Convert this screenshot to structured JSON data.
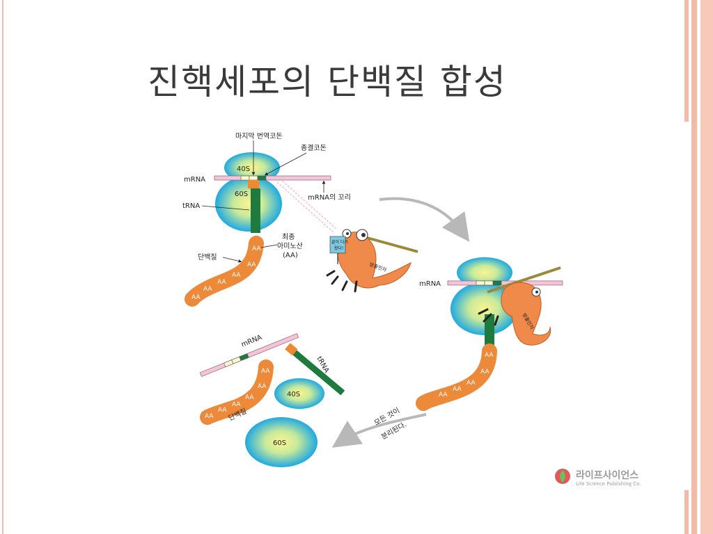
{
  "slide": {
    "title": "진핵세포의 단백질 합성"
  },
  "colors": {
    "frame_pink": "#f6b9a5",
    "ribosome_blue": "#2fb3e4",
    "ribosome_yellow": "#f8ef8a",
    "trna_green": "#1f7a3e",
    "protein_orange": "#ec8a3a",
    "mrna_pink": "#f2c6d8",
    "arrow_grey": "#b8b8b8"
  },
  "diagram": {
    "panel1": {
      "label_last_codon": "마지막 번역코돈",
      "label_stop_codon": "종결코돈",
      "label_40s": "40S",
      "label_60s": "60S",
      "label_mrna": "mRNA",
      "label_trna": "tRNA",
      "label_mrna_tail": "mRNA의 꼬리",
      "label_final_aa_1": "최종",
      "label_final_aa_2": "아미노산",
      "label_final_aa_3": "(AA)",
      "label_protein": "단백질",
      "aa_unit": "AA"
    },
    "release_factor": {
      "sign_line1": "끝이 다가",
      "sign_line2": "왔다!",
      "body_text": "방출인자"
    },
    "panel2": {
      "label_mrna": "mRNA",
      "body_text": "방출인자"
    },
    "panel3": {
      "label_mrna": "mRNA",
      "label_trna": "tRNA",
      "label_40s": "40S",
      "label_60s": "60S",
      "label_protein": "단백질"
    },
    "arrow_text_1": "모든 것이",
    "arrow_text_2": "분리된다."
  },
  "logo": {
    "name": "라이프사이언스",
    "subtitle": "Life Science Publishing Co."
  }
}
